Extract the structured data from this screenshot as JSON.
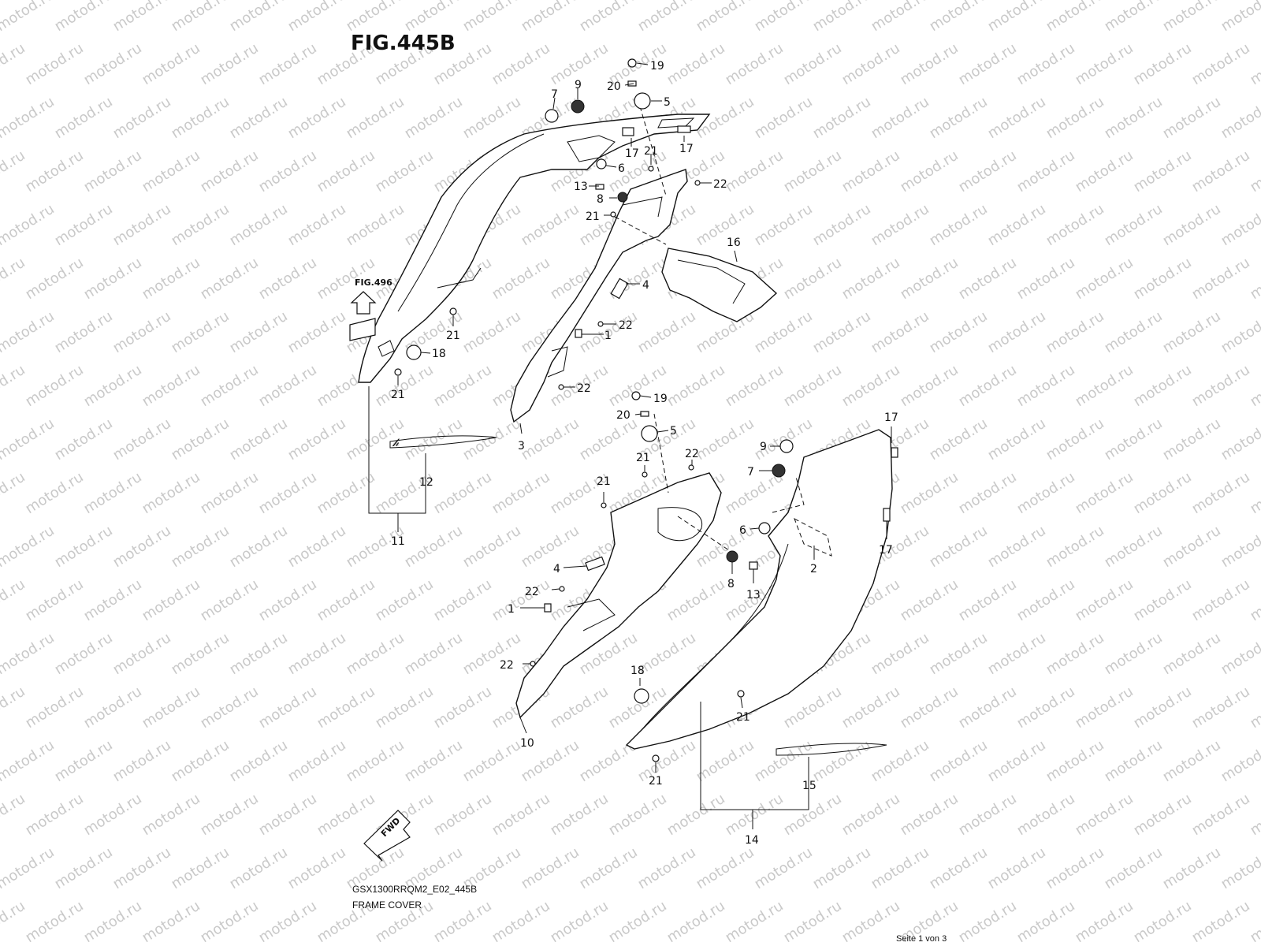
{
  "figure": {
    "title": "FIG.445B",
    "reference": "FIG.496"
  },
  "watermark": "motod.ru",
  "callouts": {
    "c1": "1",
    "c2": "2",
    "c3": "3",
    "c4": "4",
    "c5": "5",
    "c6": "6",
    "c7": "7",
    "c8": "8",
    "c9": "9",
    "c10": "10",
    "c11": "11",
    "c12": "12",
    "c13": "13",
    "c14": "14",
    "c15": "15",
    "c16": "16",
    "c17": "17",
    "c18": "18",
    "c19": "19",
    "c20": "20",
    "c21": "21",
    "c22": "22"
  },
  "fwd_label": "FWD",
  "footer": {
    "code": "GSX1300RRQM2_E02_445B",
    "name": "FRAME COVER",
    "page": "Seite 1 von 3"
  }
}
